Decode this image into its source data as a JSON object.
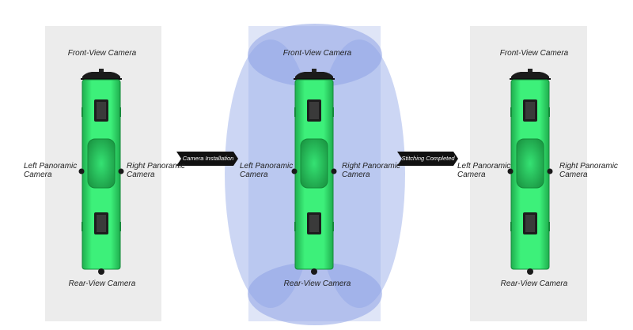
{
  "panels": [
    {
      "id": "before",
      "front_label": "Front-View Camera",
      "left_label": [
        "Left Panoramic",
        "Camera"
      ],
      "right_label": [
        "Right Panoramic",
        "Camera"
      ],
      "rear_label": "Rear-View Camera"
    },
    {
      "id": "installed",
      "front_label": "Front-View Camera",
      "left_label": [
        "Left Panoramic",
        "Camera"
      ],
      "right_label": [
        "Right Panoramic",
        "Camera"
      ],
      "rear_label": "Rear-View Camera"
    },
    {
      "id": "stitched",
      "front_label": "Front-View Camera",
      "left_label": [
        "Left Panoramic",
        "Camera"
      ],
      "right_label": [
        "Right Panoramic",
        "Camera"
      ],
      "rear_label": "Rear-View Camera"
    }
  ],
  "arrows": {
    "step1": "Camera Installation",
    "step2": "Stitching Completed"
  },
  "colors": {
    "panel_bg": "#ececec",
    "bus_green": "#2ee06a",
    "bus_dark": "#1a8c3e",
    "coverage_blue": "#8ea3e6",
    "arrow_bg": "#111111"
  }
}
